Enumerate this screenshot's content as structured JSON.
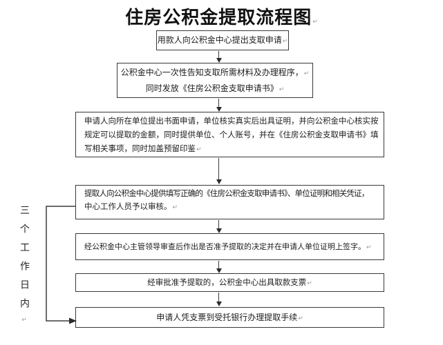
{
  "title": "住房公积金提取流程图",
  "marks": {
    "return_mark": "↵"
  },
  "side_label": "三个工作日内",
  "colors": {
    "background": "#ffffff",
    "line": "#3a3a3a",
    "text": "#1c1c1c",
    "paragraph_mark": "#9a9a9a"
  },
  "flow": {
    "steps": [
      {
        "name": "submit-application",
        "lines": [
          "用款人向公积金中心提出支取申请"
        ]
      },
      {
        "name": "center-notification",
        "lines": [
          "公积金中心一次性告知支取所需材料及办理程序，",
          "同时发放《住房公积金支取申请书》"
        ]
      },
      {
        "name": "employer-verification",
        "lines": [
          "申请人向所在单位提出书面申请，单位核实真实后出具证明，并向公积金中心核实按",
          "规定可以提取的金额，同时提供单位、个人账号，并在《住房公积金支取申请书》填",
          "写相关事项，同时加盖预留印鉴"
        ]
      },
      {
        "name": "center-review",
        "lines": [
          "提取人向公积金中心提供填写正确的《住房公积金支取申请书》、单位证明和相关凭证，",
          "中心工作人员予以审核。"
        ]
      },
      {
        "name": "leader-approval",
        "lines": [
          "经公积金中心主管领导审查后作出是否准予提取的决定并在申请人单位证明上签字。"
        ]
      },
      {
        "name": "issue-check",
        "lines": [
          "经审批准予提取的，公积金中心出具取款支票"
        ]
      },
      {
        "name": "bank-withdrawal",
        "lines": [
          "申请人凭支票到受托银行办理提取手续"
        ]
      }
    ]
  }
}
